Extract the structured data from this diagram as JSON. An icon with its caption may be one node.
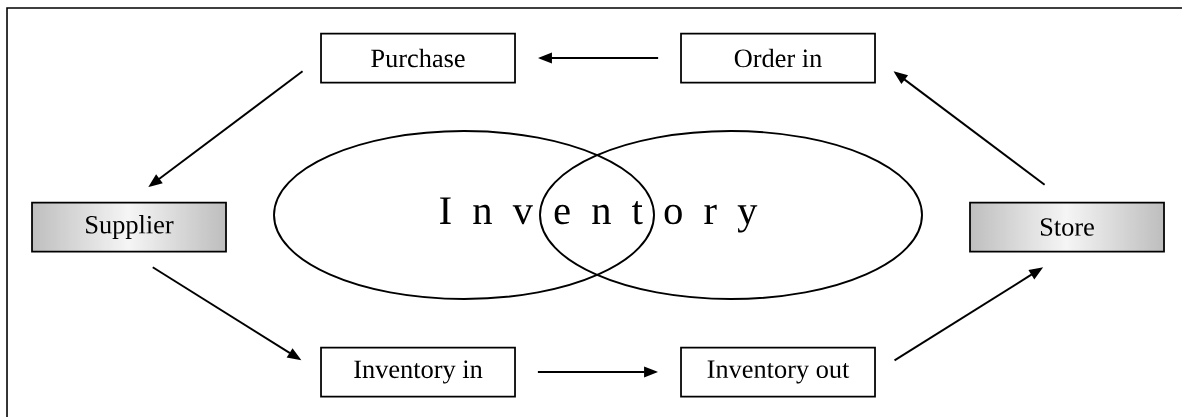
{
  "diagram": {
    "nodes": [
      {
        "text": [
          "Purchase"
        ]
      },
      {
        "text": [
          "Order in"
        ]
      },
      {
        "text": [
          "Supplier"
        ]
      },
      {
        "text": [
          "Store"
        ]
      },
      {
        "text": [
          "Inventory in"
        ]
      },
      {
        "text": [
          "Inventory out"
        ]
      }
    ],
    "edges": [
      {
        "from": 1,
        "to": 0,
        "arrow": "to"
      },
      {
        "from": 0,
        "to": 2,
        "arrow": "to"
      },
      {
        "from": 2,
        "to": 4,
        "arrow": "to"
      },
      {
        "from": 4,
        "to": 5,
        "arrow": "to"
      },
      {
        "from": 5,
        "to": 3,
        "arrow": "to"
      },
      {
        "from": 3,
        "to": 1,
        "arrow": "to"
      }
    ],
    "labels": [
      "I n v e n t o r y"
    ]
  }
}
